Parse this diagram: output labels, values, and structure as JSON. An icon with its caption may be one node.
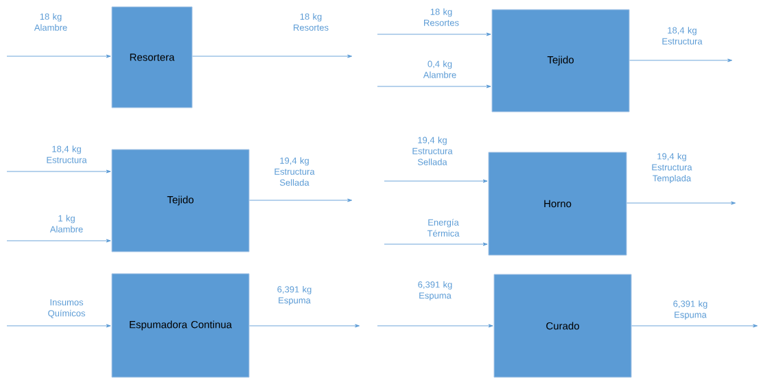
{
  "diagram": {
    "nodes": [
      {
        "text": [
          "Resortera"
        ]
      },
      {
        "text": [
          "Tejido"
        ]
      },
      {
        "text": [
          "Tejido"
        ]
      },
      {
        "text": [
          "Horno"
        ]
      },
      {
        "text": [
          "Espumadora Continua"
        ]
      },
      {
        "text": [
          "Curado"
        ]
      }
    ],
    "edges": [
      {
        "from": null,
        "to": 0,
        "arrow": "to",
        "label": "18 kg Alambre"
      },
      {
        "from": 0,
        "to": null,
        "arrow": "to",
        "label": "18 kg Resortes"
      },
      {
        "from": null,
        "to": 1,
        "arrow": "to",
        "label": "18 kg Resortes"
      },
      {
        "from": null,
        "to": 1,
        "arrow": "to",
        "label": "0,4 kg Alambre"
      },
      {
        "from": 1,
        "to": null,
        "arrow": "to",
        "label": "18,4 kg Estructura"
      },
      {
        "from": null,
        "to": 2,
        "arrow": "to",
        "label": "18,4 kg Estructura"
      },
      {
        "from": null,
        "to": 2,
        "arrow": "to",
        "label": "1 kg Alambre"
      },
      {
        "from": 2,
        "to": null,
        "arrow": "to",
        "label": "19,4 kg Estructura Sellada"
      },
      {
        "from": null,
        "to": 3,
        "arrow": "to",
        "label": "19,4 kg Estructura Sellada"
      },
      {
        "from": null,
        "to": 3,
        "arrow": "to",
        "label": "Energía Térmica"
      },
      {
        "from": 3,
        "to": null,
        "arrow": "to",
        "label": "19,4 kg Estructura Templada"
      },
      {
        "from": null,
        "to": 4,
        "arrow": "to",
        "label": "Insumos Químicos"
      },
      {
        "from": 4,
        "to": null,
        "arrow": "to",
        "label": "6,391 kg Espuma"
      },
      {
        "from": null,
        "to": 5,
        "arrow": "to",
        "label": "6,391 kg Espuma"
      },
      {
        "from": 5,
        "to": null,
        "arrow": "to",
        "label": "6,391 kg Espuma"
      }
    ]
  }
}
